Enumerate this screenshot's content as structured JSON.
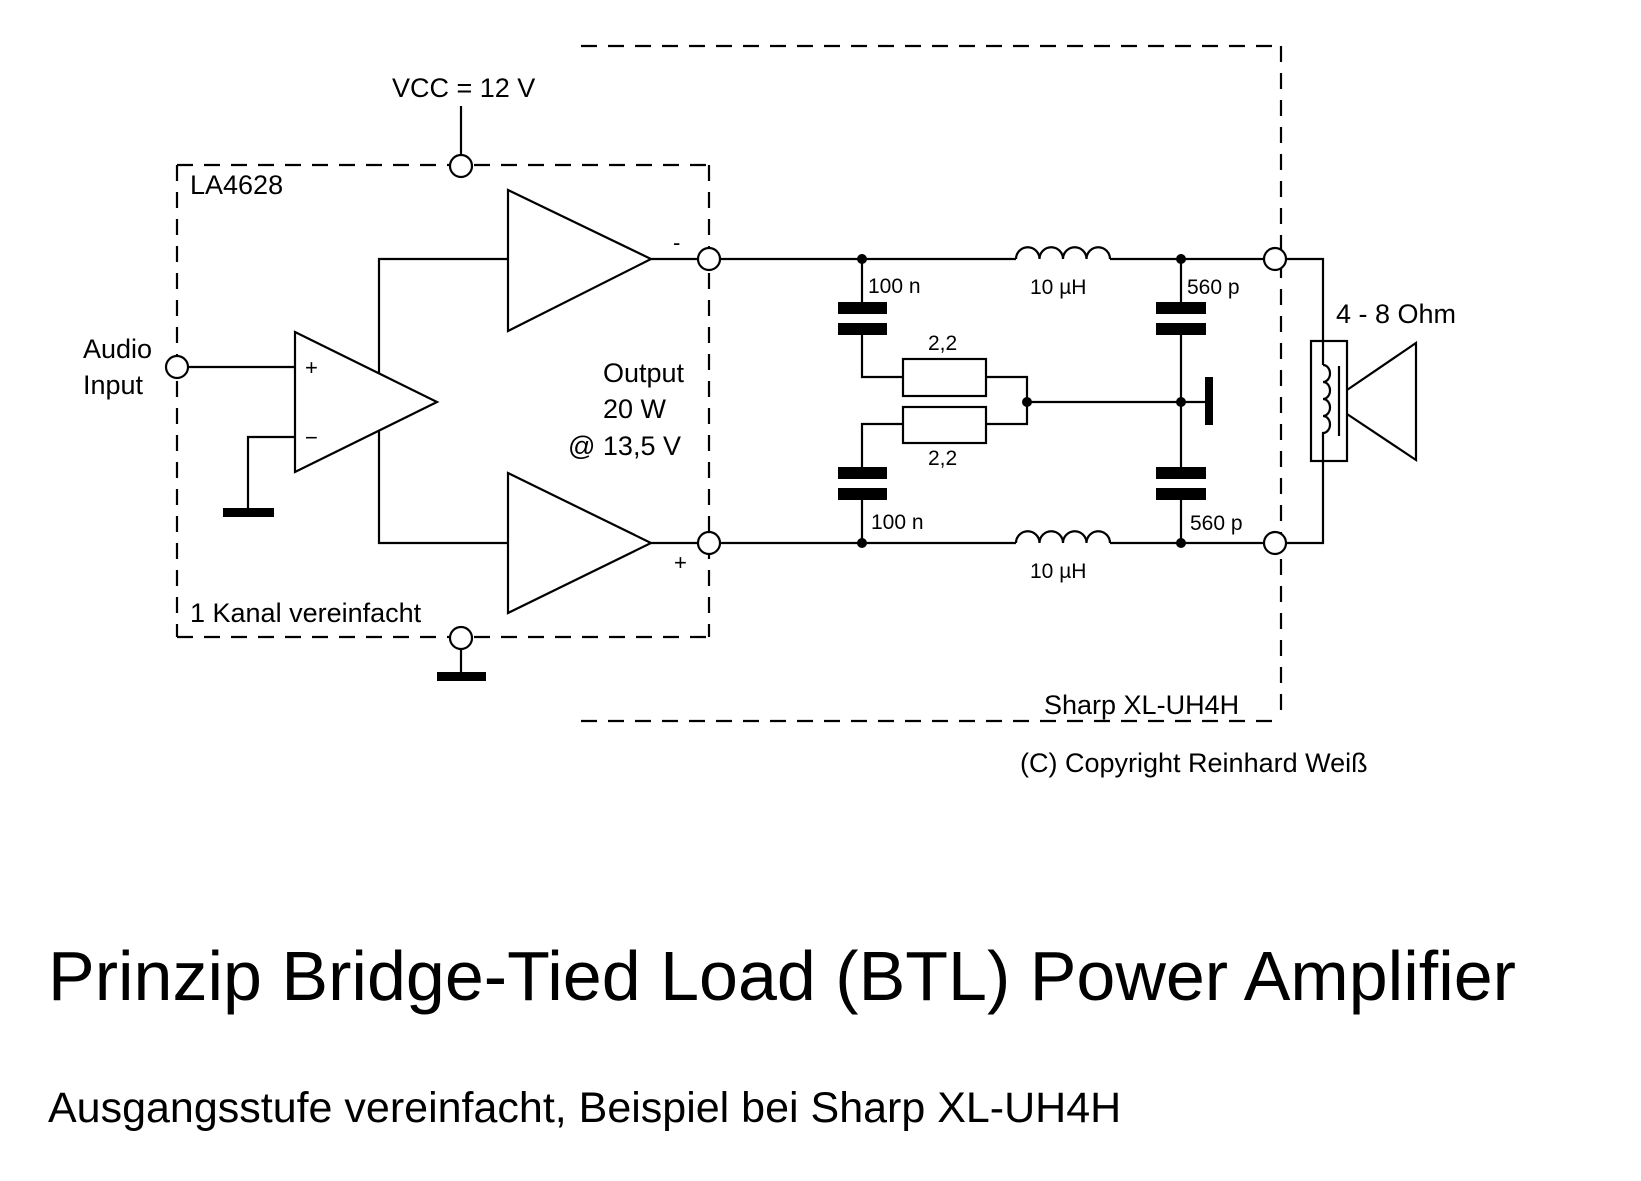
{
  "diagram": {
    "vcc_label": "VCC = 12 V",
    "ic_label": "LA4628",
    "ic_note": "1 Kanal vereinfacht",
    "input_label_line1": "Audio",
    "input_label_line2": "Input",
    "opamp_plus": "+",
    "opamp_minus": "−",
    "out_minus_sign": "-",
    "out_plus_sign": "+",
    "output_line1": "Output",
    "output_line2": "20 W",
    "output_line3": "@ 13,5 V",
    "cap_top_left": "100 n",
    "cap_bottom_left": "100 n",
    "inductor_top": "10 µH",
    "inductor_bottom": "10 µH",
    "resistor_top": "2,2",
    "resistor_bottom": "2,2",
    "cap_top_right": "560 p",
    "cap_bottom_right": "560 p",
    "speaker_label": "4 - 8 Ohm",
    "device_label": "Sharp XL-UH4H",
    "copyright": "(C) Copyright Reinhard Weiß"
  },
  "title": "Prinzip Bridge-Tied Load (BTL) Power Amplifier",
  "subtitle": "Ausgangsstufe vereinfacht, Beispiel bei Sharp XL-UH4H"
}
